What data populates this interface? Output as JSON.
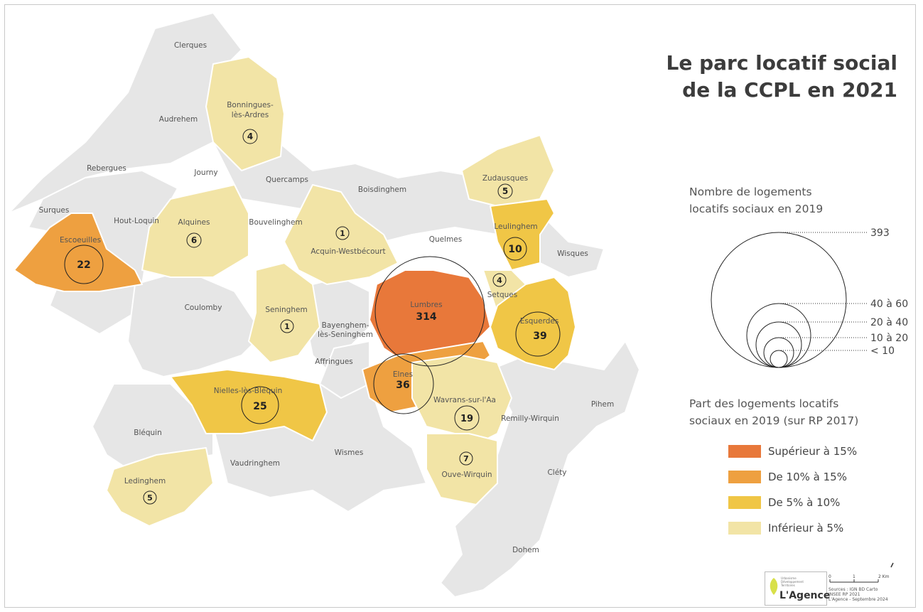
{
  "title": {
    "line1": "Le parc locatif social",
    "line2": "de la CCPL en 2021"
  },
  "size_legend": {
    "title_line1": "Nombre de logements",
    "title_line2": "locatifs sociaux en 2019",
    "labels": [
      "393",
      "40 à 60",
      "20 à 40",
      "10 à 20",
      "< 10"
    ]
  },
  "color_legend": {
    "title_line1": "Part des logements locatifs",
    "title_line2": "sociaux en 2019 (sur RP 2017)",
    "classes": [
      {
        "label": "Supérieur à 15%",
        "color": "#e8783a"
      },
      {
        "label": "De 10% à 15%",
        "color": "#eea040"
      },
      {
        "label": "De 5% à 10%",
        "color": "#f0c646"
      },
      {
        "label": "Inférieur à 5%",
        "color": "#f2e4a6"
      }
    ],
    "no_data_color": "#e6e6e6"
  },
  "communes": [
    {
      "name": "Clerques",
      "count": ""
    },
    {
      "name": "Bonningues-",
      "name2": "lès-Ardres",
      "count": "4"
    },
    {
      "name": "Audrehem",
      "count": ""
    },
    {
      "name": "Rebergues",
      "count": ""
    },
    {
      "name": "Journy",
      "count": ""
    },
    {
      "name": "Quercamps",
      "count": ""
    },
    {
      "name": "Surques",
      "count": ""
    },
    {
      "name": "Hout-Loquin",
      "count": ""
    },
    {
      "name": "Escoeuilles",
      "count": "22"
    },
    {
      "name": "Alquines",
      "count": "6"
    },
    {
      "name": "Bouvelinghem",
      "count": ""
    },
    {
      "name": "Boisdinghem",
      "count": ""
    },
    {
      "name": "Zudausques",
      "count": "5"
    },
    {
      "name": "Acquin-Westbécourt",
      "count": "1"
    },
    {
      "name": "Quelmes",
      "count": ""
    },
    {
      "name": "Leulinghem",
      "count": "10"
    },
    {
      "name": "Wisques",
      "count": ""
    },
    {
      "name": "Coulomby",
      "count": ""
    },
    {
      "name": "Seninghem",
      "count": "1"
    },
    {
      "name": "Lumbres",
      "count": "314"
    },
    {
      "name": "Setques",
      "count": "4"
    },
    {
      "name": "Esquerdes",
      "count": "39"
    },
    {
      "name": "Bayenghem-",
      "name2": "lès-Seninghem",
      "count": ""
    },
    {
      "name": "Affringues",
      "count": ""
    },
    {
      "name": "Elnes",
      "count": "36"
    },
    {
      "name": "Nielles-lès-Bléquin",
      "count": "25"
    },
    {
      "name": "Wavrans-sur-l'Aa",
      "count": "19"
    },
    {
      "name": "Remilly-Wirquin",
      "count": ""
    },
    {
      "name": "Pihem",
      "count": ""
    },
    {
      "name": "Bléquin",
      "count": ""
    },
    {
      "name": "Vaudringhem",
      "count": ""
    },
    {
      "name": "Wismes",
      "count": ""
    },
    {
      "name": "Ouve-Wirquin",
      "count": "7"
    },
    {
      "name": "Cléty",
      "count": ""
    },
    {
      "name": "Ledinghem",
      "count": "5"
    },
    {
      "name": "Dohem",
      "count": ""
    }
  ],
  "scale": {
    "zero": "0",
    "one": "1",
    "two": "2 Km"
  },
  "logo": {
    "word": "L'Agence",
    "small": "Urbanisme Développement Territoires"
  },
  "sources": "Sources : IGN BD Carto\nINSEE RP 2021\nL'Agence - Septembre 2024"
}
